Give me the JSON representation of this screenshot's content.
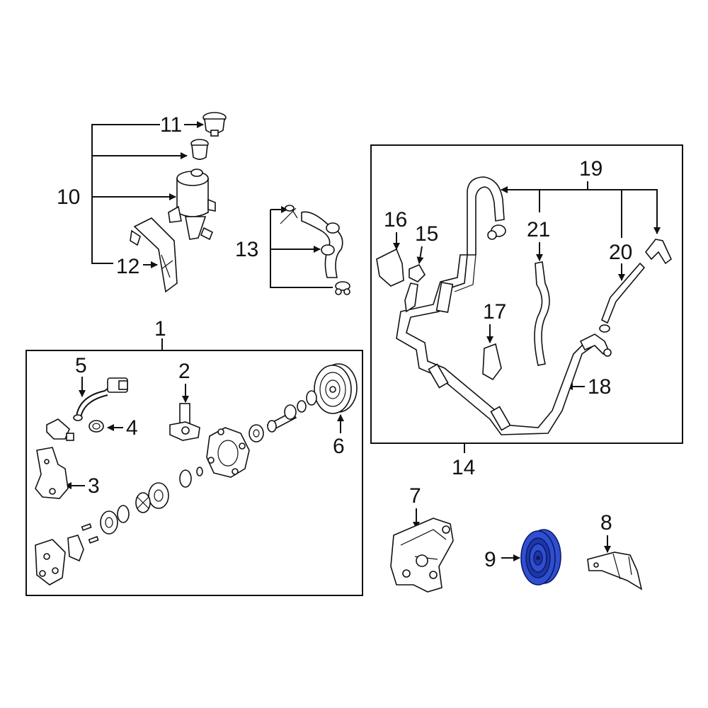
{
  "highlight_color": "#2f4fd0",
  "callouts": {
    "c1": "1",
    "c2": "2",
    "c3": "3",
    "c4": "4",
    "c5": "5",
    "c6": "6",
    "c7": "7",
    "c8": "8",
    "c9": "9",
    "c10": "10",
    "c11": "11",
    "c12": "12",
    "c13": "13",
    "c14": "14",
    "c15": "15",
    "c16": "16",
    "c17": "17",
    "c18": "18",
    "c19": "19",
    "c20": "20",
    "c21": "21"
  },
  "highlighted_part": "9"
}
